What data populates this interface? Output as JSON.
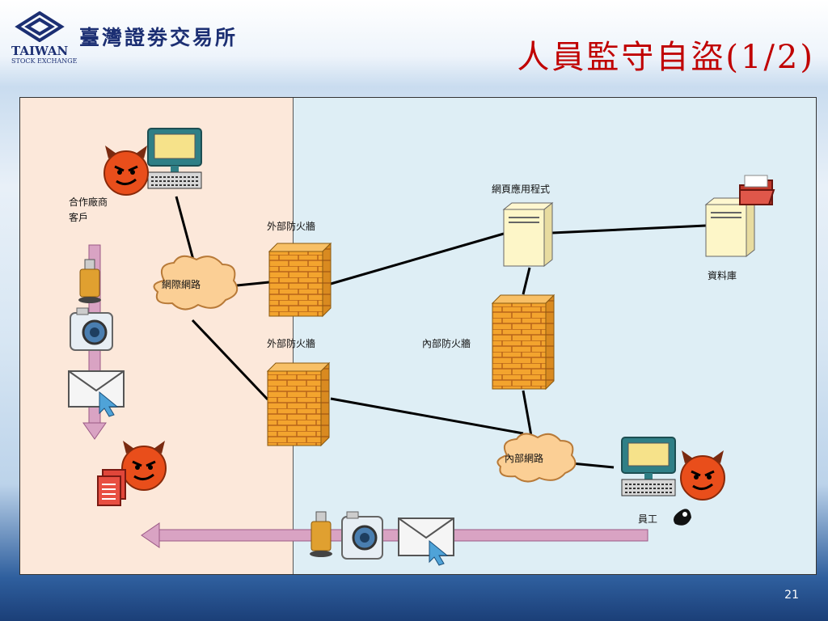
{
  "header": {
    "logo_cn": "臺灣證劵交易所",
    "logo_en_main": "TAIWAN",
    "logo_en_sub": "STOCK EXCHANGE",
    "title": "人員監守自盜(1/2)"
  },
  "diagram": {
    "partner_label_line1": "合作廠商",
    "partner_label_line2": "客戶",
    "internet_label": "網際網路",
    "ext_firewall_top_label": "外部防火牆",
    "ext_firewall_bottom_label": "外部防火牆",
    "web_app_label": "網頁應用程式",
    "database_label": "資料庫",
    "int_firewall_label": "內部防火牆",
    "intranet_label": "內部網路",
    "employee_label": "員工"
  },
  "footer": {
    "page_number": "21"
  }
}
